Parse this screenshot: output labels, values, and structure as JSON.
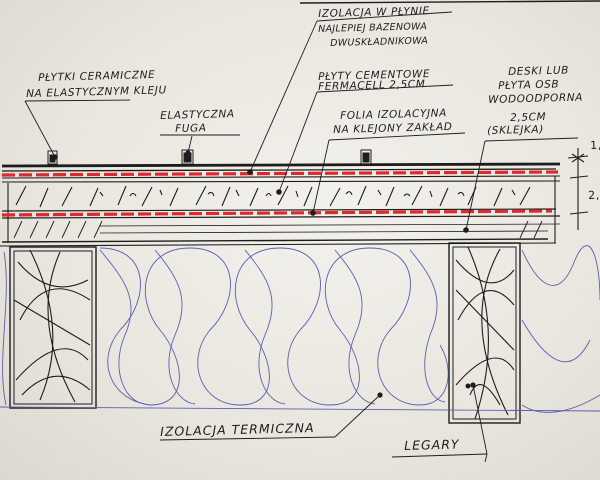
{
  "labels": {
    "ceramic_tiles": [
      "PŁYTKI CERAMICZNE",
      "NA ELASTYCZNYM KLEJU"
    ],
    "elastic_grout": [
      "ELASTYCZNA",
      "FUGA"
    ],
    "waterproofing": [
      "IZOLACJA W PŁYNIE",
      "NAJLEPIEJ BAZENOWA",
      "DWUSKŁADNIKOWA"
    ],
    "cement_board": [
      "PŁYTY CEMENTOWE",
      "FERMACELL 2,5CM"
    ],
    "insulation_foil": [
      "FOLIA IZOLACYJNA",
      "NA KLEJONY ZAKŁAD"
    ],
    "subfloor_board": [
      "DESKI LUB",
      "PŁYTA OSB",
      "WODOODPORNA",
      "2,5CM",
      "(SKLEJKA)"
    ],
    "thermal_insulation": "IZOLACJA TERMICZNA",
    "joists": "LEGARY"
  },
  "dimensions": [
    "1,",
    "2,"
  ],
  "colors": {
    "ink": "#1d1d1d",
    "membrane_red": "#e0282d",
    "insulation_blue": "#5b5fb0",
    "background": "#ece9e3"
  }
}
